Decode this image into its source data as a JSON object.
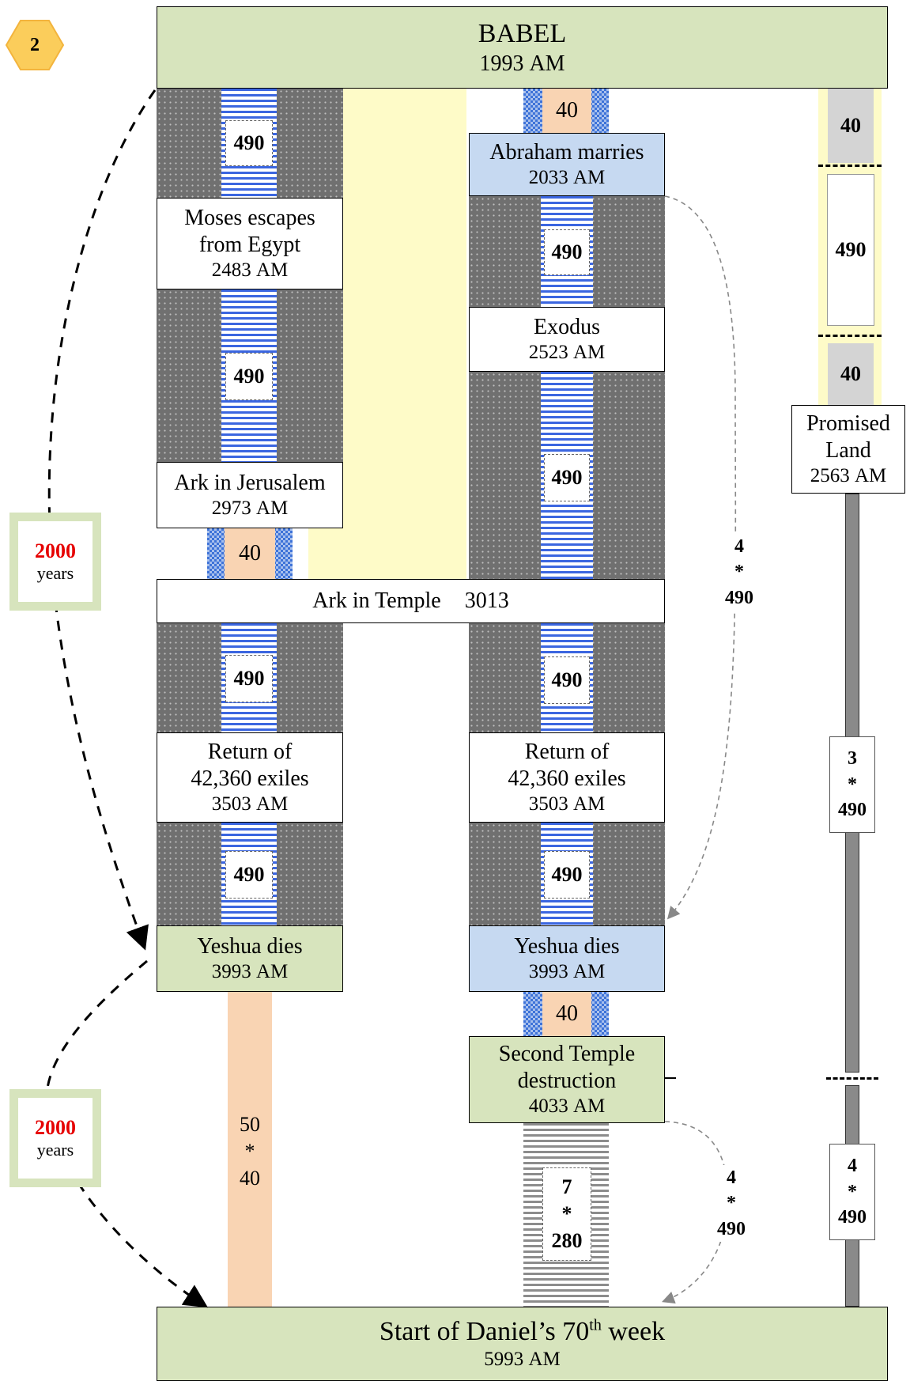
{
  "badge": "2",
  "babel": {
    "name": "BABEL",
    "year": "1993",
    "unit": "AM"
  },
  "daniel": {
    "pre": "Start of Daniel’s 70",
    "sup": "th",
    "post": " week",
    "year": "5993",
    "unit": "AM"
  },
  "left": {
    "moses": {
      "line1": "Moses escapes",
      "line2": "from Egypt",
      "year": "2483",
      "unit": "AM"
    },
    "ark_jerusalem": {
      "line1": "Ark in Jerusalem",
      "year": "2973",
      "unit": "AM"
    },
    "return": {
      "line1": "Return of",
      "line2": "42,360 exiles",
      "year": "3503",
      "unit": "AM"
    },
    "yeshua": {
      "line1": "Yeshua dies",
      "year": "3993",
      "unit": "AM"
    },
    "bar_50": {
      "a": "50",
      "b": "*",
      "c": "40"
    }
  },
  "middle": {
    "abraham": {
      "line1": "Abraham marries",
      "year": "2033",
      "unit": "AM"
    },
    "exodus": {
      "line1": "Exodus",
      "year": "2523",
      "unit": "AM"
    },
    "return": {
      "line1": "Return of",
      "line2": "42,360 exiles",
      "year": "3503",
      "unit": "AM"
    },
    "yeshua": {
      "line1": "Yeshua dies",
      "year": "3993",
      "unit": "AM"
    },
    "temple_destruction": {
      "line1": "Second Temple",
      "line2": "destruction",
      "year": "4033",
      "unit": "AM"
    },
    "bar_7": {
      "a": "7",
      "b": "*",
      "c": "280"
    }
  },
  "ark_temple": {
    "label": "Ark in Temple",
    "year": "3013"
  },
  "right": {
    "promised": {
      "line1": "Promised",
      "line2": "Land",
      "year": "2563",
      "unit": "AM"
    },
    "seg_a": "40",
    "seg_b": "490",
    "seg_c": "40",
    "mult_3": {
      "a": "3",
      "b": "*",
      "c": "490"
    },
    "mult_4": {
      "a": "4",
      "b": "*",
      "c": "490"
    }
  },
  "arrow_labels": {
    "upper": {
      "a": "4",
      "b": "*",
      "c": "490"
    },
    "lower": {
      "a": "4",
      "b": "*",
      "c": "490"
    }
  },
  "years_upper": {
    "value": "2000",
    "unit": "years"
  },
  "years_lower": {
    "value": "2000",
    "unit": "years"
  },
  "span_490": "490",
  "span_40": "40"
}
